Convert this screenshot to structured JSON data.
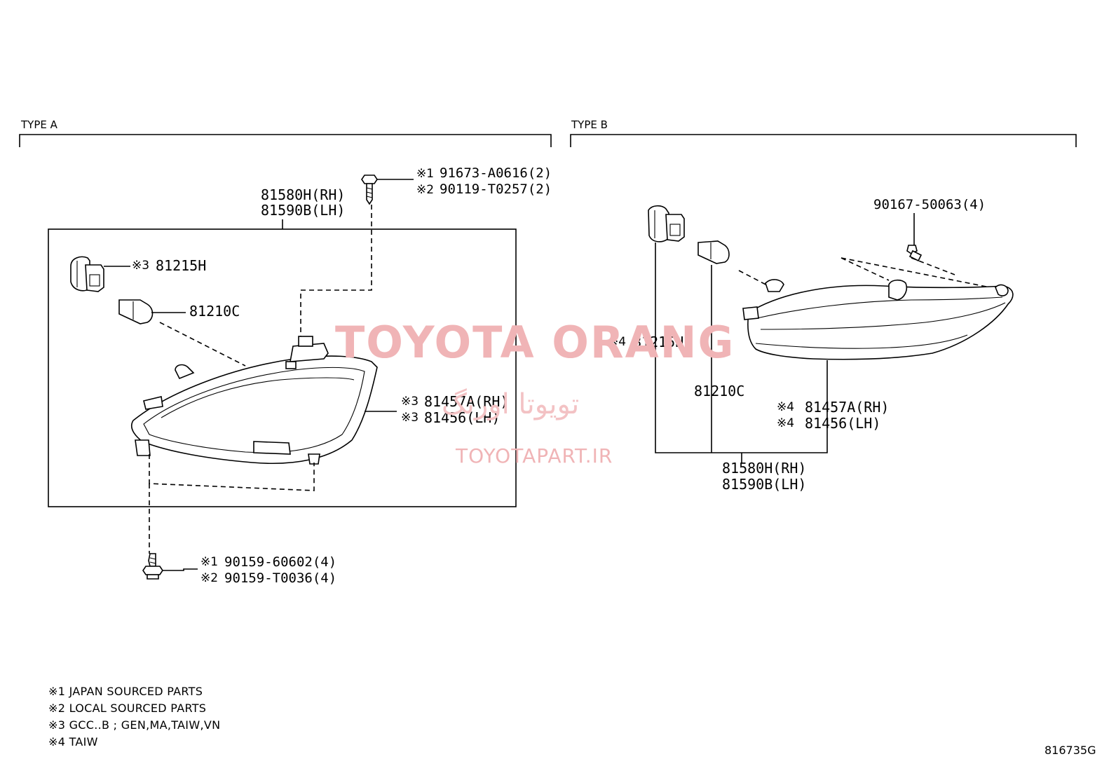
{
  "sections": {
    "type_a": "TYPE A",
    "type_b": "TYPE B"
  },
  "type_a": {
    "assembly": [
      "81580H(RH)",
      "81590B(LH)"
    ],
    "top_bolt": [
      {
        "mark": "※1",
        "part": "91673-A0616(2)"
      },
      {
        "mark": "※2",
        "part": "90119-T0257(2)"
      }
    ],
    "socket": {
      "mark": "※3",
      "part": "81215H"
    },
    "bulb": {
      "part": "81210C"
    },
    "lens": [
      {
        "mark": "※3",
        "part": "81457A(RH)"
      },
      {
        "mark": "※3",
        "part": "81456(LH)"
      }
    ],
    "bottom_bolt": [
      {
        "mark": "※1",
        "part": "90159-60602(4)"
      },
      {
        "mark": "※2",
        "part": "90159-T0036(4)"
      }
    ]
  },
  "type_b": {
    "bolt": {
      "part": "90167-50063(4)"
    },
    "socket": {
      "mark": "※4",
      "part": "81215H"
    },
    "bulb": {
      "part": "81210C"
    },
    "lens": [
      {
        "mark": "※4",
        "part": "81457A(RH)"
      },
      {
        "mark": "※4",
        "part": "81456(LH)"
      }
    ],
    "assembly": [
      "81580H(RH)",
      "81590B(LH)"
    ]
  },
  "notes": [
    "※1 JAPAN SOURCED PARTS",
    "※2 LOCAL SOURCED PARTS",
    "※3 GCC..B ; GEN,MA,TAIW,VN",
    "※4 TAIW"
  ],
  "figure_code": "816735G",
  "watermark": {
    "brand": "TOYOTA ORANG",
    "persian": "تویوتا اورنگ",
    "site": "TOYOTAPART.IR"
  },
  "colors": {
    "watermark": "#f0b4b6",
    "line": "#000000",
    "background": "#ffffff"
  }
}
